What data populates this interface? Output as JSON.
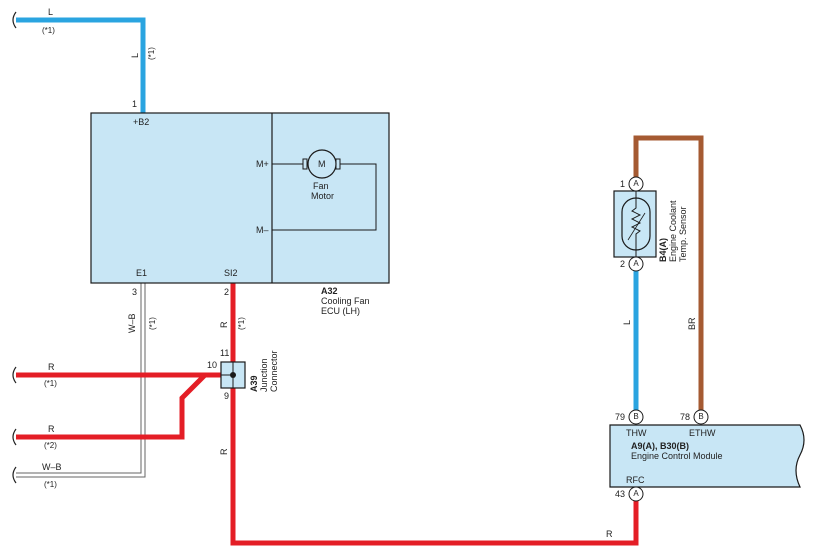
{
  "colors": {
    "wire_blue": "#2aa4e0",
    "wire_red": "#e41e26",
    "wire_brown": "#a55a32",
    "wire_wb": "#666666",
    "component_fill": "#c8e6f5"
  },
  "wires": {
    "top_left_color": "L",
    "top_left_note": "(*1)",
    "top_vertical_color": "L",
    "top_vertical_note": "(*1)",
    "e1_color": "W–B",
    "e1_note": "(*1)",
    "si2_color": "R",
    "si2_note": "(*1)",
    "r1_color": "R",
    "r1_note": "(*1)",
    "r2_color": "R",
    "r2_note": "(*2)",
    "wb_color": "W–B",
    "wb_note": "(*1)",
    "j9_color": "R",
    "bottom_color": "R",
    "thw_color": "L",
    "ethw_color": "BR"
  },
  "fan_ecu": {
    "pin_b2": "1",
    "label_b2": "+B2",
    "pin_e1": "3",
    "label_e1": "E1",
    "pin_si2": "2",
    "label_si2": "SI2",
    "label_mplus": "M+",
    "label_mminus": "M–",
    "motor_symbol": "M",
    "motor_label_1": "Fan",
    "motor_label_2": "Motor",
    "id": "A32",
    "name_1": "Cooling Fan",
    "name_2": "ECU (LH)"
  },
  "junction": {
    "pin_top": "11",
    "pin_left": "10",
    "pin_bottom": "9",
    "id": "A39",
    "name_1": "Junction",
    "name_2": "Connector"
  },
  "sensor": {
    "pin_1": "1",
    "pin_2": "2",
    "connector": "A",
    "id": "B4(A)",
    "name_1": "Engine Coolant",
    "name_2": "Temp. Sensor"
  },
  "ecm": {
    "pin_thw": "79",
    "pin_ethw": "78",
    "pin_rfc": "43",
    "conn_b": "B",
    "conn_a": "A",
    "label_thw": "THW",
    "label_ethw": "ETHW",
    "label_rfc": "RFC",
    "id": "A9(A), B30(B)",
    "name": "Engine Control Module"
  }
}
